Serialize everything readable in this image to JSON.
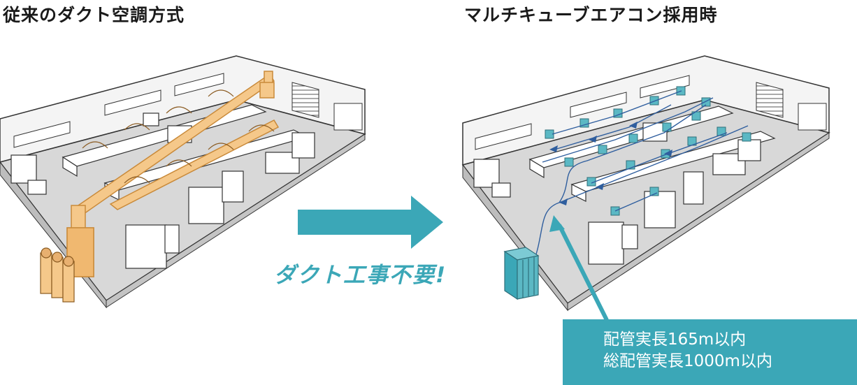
{
  "titles": {
    "left": "従来のダクト空調方式",
    "right": "マルチキューブエアコン採用時"
  },
  "middle_label": "ダクト工事不要!",
  "spec_box": {
    "line1": "配管実長165m以内",
    "line2": "総配管実長1000m以内"
  },
  "colors": {
    "accent": "#3ba7b7",
    "duct": "#f5c88a",
    "duct_stroke": "#c98a3a",
    "pipe": "#2f5e9e",
    "floor": "#d9d9d9",
    "wall": "#ffffff",
    "outline": "#333333"
  },
  "icons": {
    "arrow": "right-arrow-icon",
    "outdoor_unit_left": "outdoor-unit-icon",
    "outdoor_unit_right": "multi-cube-unit-icon"
  }
}
